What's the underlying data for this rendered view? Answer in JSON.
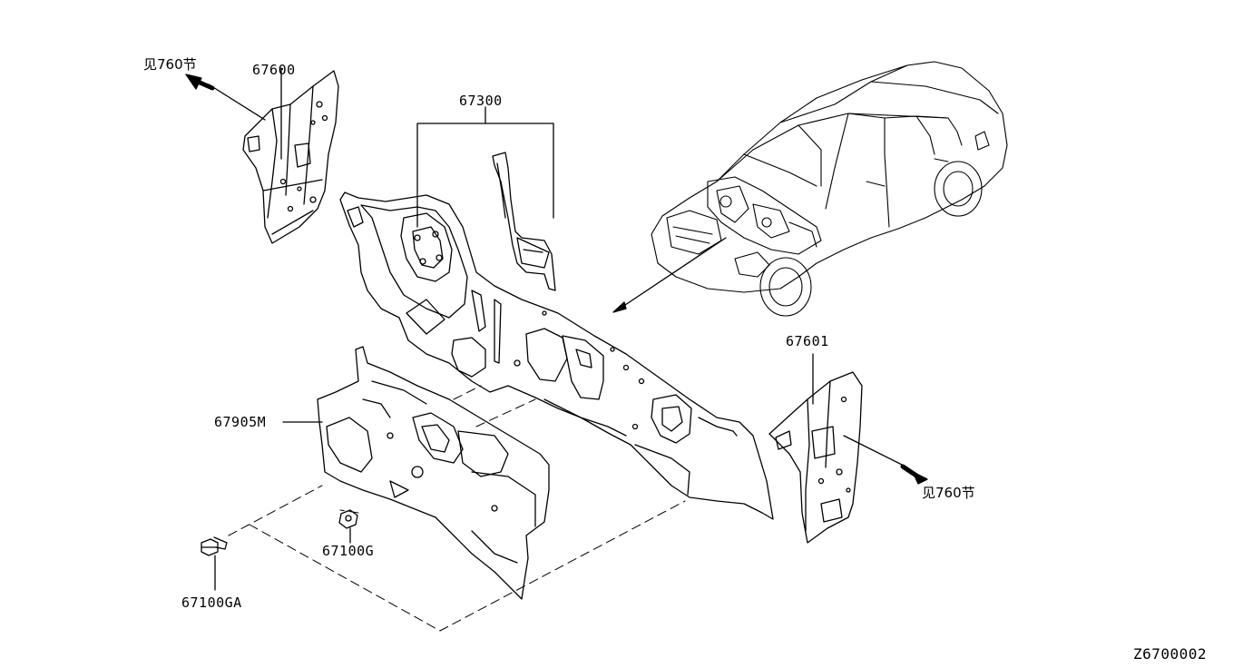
{
  "labels": {
    "part_67600": "67600",
    "part_67300": "67300",
    "part_67601": "67601",
    "part_67905M": "67905M",
    "part_67100G": "67100G",
    "part_67100GA": "67100GA"
  },
  "refs": {
    "left": "见760节",
    "right": "见760节"
  },
  "diagram_id": "Z6700002",
  "colors": {
    "line": "#000000",
    "background": "#ffffff"
  }
}
